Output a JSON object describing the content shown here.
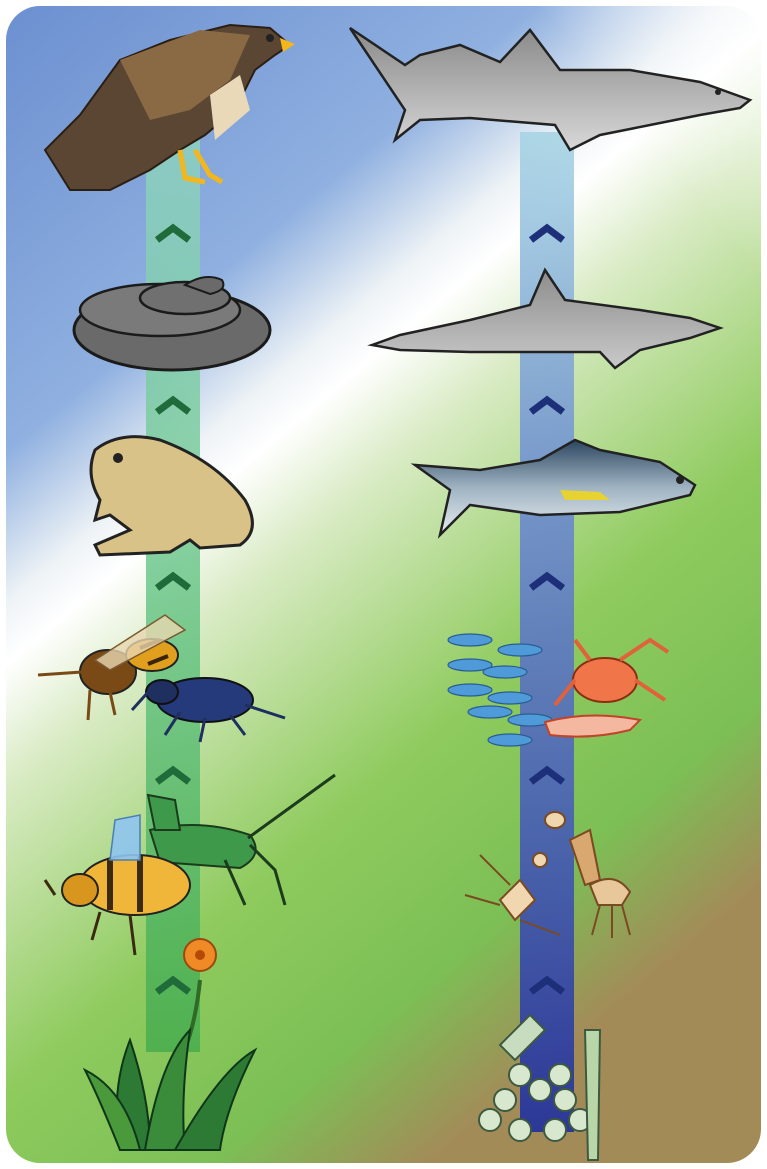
{
  "diagram": {
    "kind": "food-chain-comparison",
    "terrestrial_chain": {
      "levels": [
        {
          "organism": "grass-with-flower",
          "icon": "grass-flower-icon"
        },
        {
          "organism": "bee-and-grasshopper",
          "icon": "insect-herbivore-icon"
        },
        {
          "organism": "wasp-and-beetle",
          "icon": "insect-predator-icon"
        },
        {
          "organism": "toad",
          "icon": "toad-icon"
        },
        {
          "organism": "snake",
          "icon": "snake-icon"
        },
        {
          "organism": "hawk",
          "icon": "hawk-icon"
        }
      ],
      "arrow_color": "#1f6b3a",
      "column_color": "#7bcf8e"
    },
    "marine_chain": {
      "levels": [
        {
          "organism": "phytoplankton",
          "icon": "phytoplankton-icon"
        },
        {
          "organism": "zooplankton",
          "icon": "zooplankton-icon"
        },
        {
          "organism": "small-fish-crab-shrimp",
          "icon": "small-fish-crustacean-icon"
        },
        {
          "organism": "tuna",
          "icon": "tuna-icon"
        },
        {
          "organism": "dolphin",
          "icon": "dolphin-icon"
        },
        {
          "organism": "shark",
          "icon": "shark-icon"
        }
      ],
      "arrow_color": "#1e2f7a",
      "column_color": "#3b4fb0"
    },
    "colors": {
      "sky_top": "#6f95d2",
      "land_bottom": "#a28c5a",
      "grass_green": "#7fc35a"
    }
  }
}
